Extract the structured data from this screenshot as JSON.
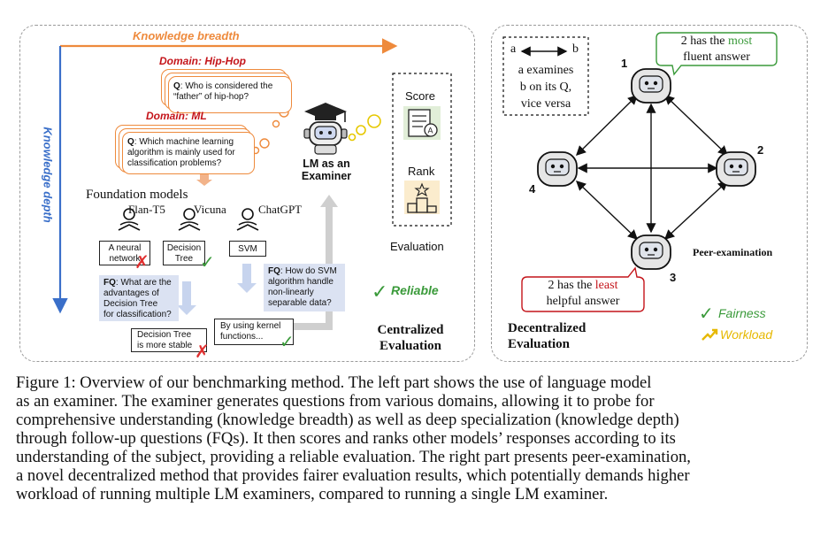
{
  "figure": {
    "left": {
      "knowledge_breadth": "Knowledge breadth",
      "knowledge_depth": "Knowledge depth",
      "domain_hiphop": "Domain: Hip-Hop",
      "q_hiphop": [
        "Q: Who is considered the",
        "“father” of hip-hop?"
      ],
      "domain_ml": "Domain: ML",
      "q_ml": [
        "Q: Which machine learning",
        "algorithm is mainly used for",
        "classification problems?"
      ],
      "foundation_models": "Foundation models",
      "models": [
        "Flan-T5",
        "Vicuna",
        "ChatGPT"
      ],
      "answers": [
        "A neural network",
        "Decision Tree",
        "SVM"
      ],
      "fq1": [
        "FQ: What are the",
        "advantages of",
        "Decision Tree",
        "for classification?"
      ],
      "fq2": [
        "FQ: How do SVM",
        "algorithm handle",
        "non-linearly",
        "separable data?"
      ],
      "answer_dt": [
        "Decision Tree",
        "is more stable"
      ],
      "answer_svm": [
        "By using kernel",
        "functions..."
      ],
      "examiner": [
        "LM as an",
        "Examiner"
      ],
      "score": "Score",
      "rank": "Rank",
      "evaluation": "Evaluation",
      "reliable": "Reliable",
      "centralized": [
        "Centralized",
        "Evaluation"
      ]
    },
    "right": {
      "legend_a": "a",
      "legend_b": "b",
      "legend_text": [
        "a examines",
        "b on its Q,",
        "vice versa"
      ],
      "bubble_top": {
        "pre": "2 has the ",
        "hl": "most",
        "post": "fluent answer"
      },
      "bubble_bottom": {
        "pre": "2 has the ",
        "hl": "least",
        "post": "helpful answer"
      },
      "nodes": [
        "1",
        "2",
        "3",
        "4"
      ],
      "peer": "Peer-examination",
      "decentralized": [
        "Decentralized",
        "Evaluation"
      ],
      "fairness": "Fairness",
      "workload": "Workload"
    },
    "colors": {
      "orange": "#ee8a3c",
      "blue": "#3a6fc9",
      "red": "#c4141a",
      "green": "#3a9a3a",
      "yellow": "#e6b800",
      "fq_bg": "#dbe2f2"
    }
  },
  "caption": [
    "Figure 1: Overview of our benchmarking method. The left part shows the use of language model",
    "as an examiner. The examiner generates questions from various domains, allowing it to probe for",
    "comprehensive understanding (knowledge breadth) as well as deep specialization (knowledge depth)",
    "through follow-up questions (FQs). It then scores and ranks other models’ responses according to its",
    "understanding of the subject, providing a reliable evaluation. The right part presents peer-examination,",
    "a novel decentralized method that provides fairer evaluation results, which potentially demands higher",
    "workload of running multiple LM examiners, compared to running a single LM examiner."
  ]
}
